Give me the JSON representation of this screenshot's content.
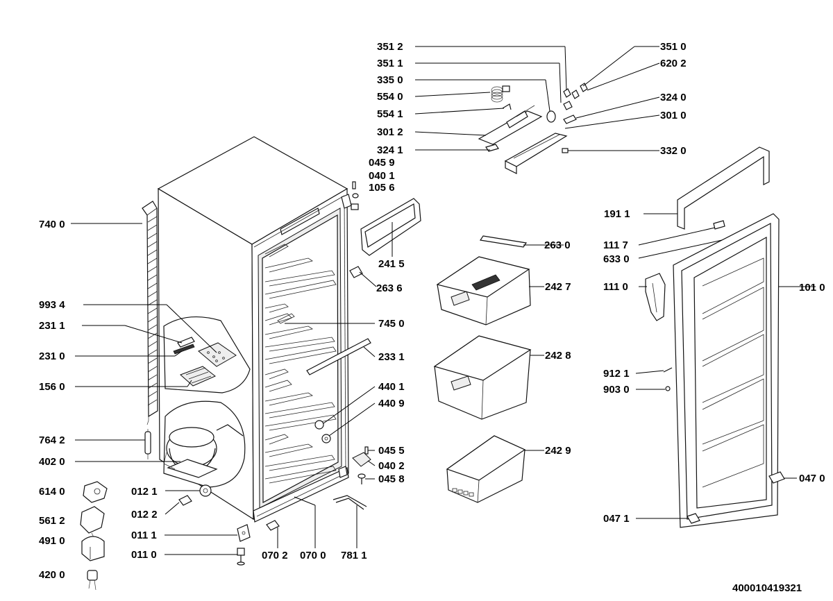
{
  "document_number": "400010419321",
  "labels": [
    {
      "id": "351-2",
      "text": "351 2"
    },
    {
      "id": "351-1",
      "text": "351 1"
    },
    {
      "id": "335-0",
      "text": "335 0"
    },
    {
      "id": "554-0",
      "text": "554 0"
    },
    {
      "id": "554-1",
      "text": "554 1"
    },
    {
      "id": "301-2",
      "text": "301 2"
    },
    {
      "id": "324-1",
      "text": "324 1"
    },
    {
      "id": "045-9",
      "text": "045 9"
    },
    {
      "id": "040-1",
      "text": "040 1"
    },
    {
      "id": "105-6",
      "text": "105 6"
    },
    {
      "id": "351-0",
      "text": "351 0"
    },
    {
      "id": "620-2",
      "text": "620 2"
    },
    {
      "id": "324-0",
      "text": "324 0"
    },
    {
      "id": "301-0",
      "text": "301 0"
    },
    {
      "id": "332-0",
      "text": "332 0"
    },
    {
      "id": "740-0",
      "text": "740 0"
    },
    {
      "id": "241-5",
      "text": "241 5"
    },
    {
      "id": "263-0",
      "text": "263 0"
    },
    {
      "id": "191-1",
      "text": "191 1"
    },
    {
      "id": "111-7",
      "text": "111 7"
    },
    {
      "id": "633-0",
      "text": "633 0"
    },
    {
      "id": "263-6",
      "text": "263 6"
    },
    {
      "id": "242-7",
      "text": "242 7"
    },
    {
      "id": "111-0",
      "text": "111 0"
    },
    {
      "id": "101-0",
      "text": "101 0"
    },
    {
      "id": "993-4",
      "text": "993 4"
    },
    {
      "id": "745-0",
      "text": "745 0"
    },
    {
      "id": "231-1",
      "text": "231 1"
    },
    {
      "id": "231-0",
      "text": "231 0"
    },
    {
      "id": "233-1",
      "text": "233 1"
    },
    {
      "id": "242-8",
      "text": "242 8"
    },
    {
      "id": "912-1",
      "text": "912 1"
    },
    {
      "id": "156-0",
      "text": "156 0"
    },
    {
      "id": "440-1",
      "text": "440 1"
    },
    {
      "id": "903-0",
      "text": "903 0"
    },
    {
      "id": "440-9",
      "text": "440 9"
    },
    {
      "id": "764-2",
      "text": "764 2"
    },
    {
      "id": "045-5",
      "text": "045 5"
    },
    {
      "id": "242-9",
      "text": "242 9"
    },
    {
      "id": "402-0",
      "text": "402 0"
    },
    {
      "id": "040-2",
      "text": "040 2"
    },
    {
      "id": "045-8",
      "text": "045 8"
    },
    {
      "id": "047-0",
      "text": "047 0"
    },
    {
      "id": "614-0",
      "text": "614 0"
    },
    {
      "id": "012-1",
      "text": "012 1"
    },
    {
      "id": "012-2",
      "text": "012 2"
    },
    {
      "id": "561-2",
      "text": "561 2"
    },
    {
      "id": "047-1",
      "text": "047 1"
    },
    {
      "id": "011-1",
      "text": "011 1"
    },
    {
      "id": "491-0",
      "text": "491 0"
    },
    {
      "id": "011-0",
      "text": "011 0"
    },
    {
      "id": "070-2",
      "text": "070 2"
    },
    {
      "id": "070-0",
      "text": "070 0"
    },
    {
      "id": "781-1",
      "text": "781 1"
    },
    {
      "id": "420-0",
      "text": "420 0"
    }
  ]
}
